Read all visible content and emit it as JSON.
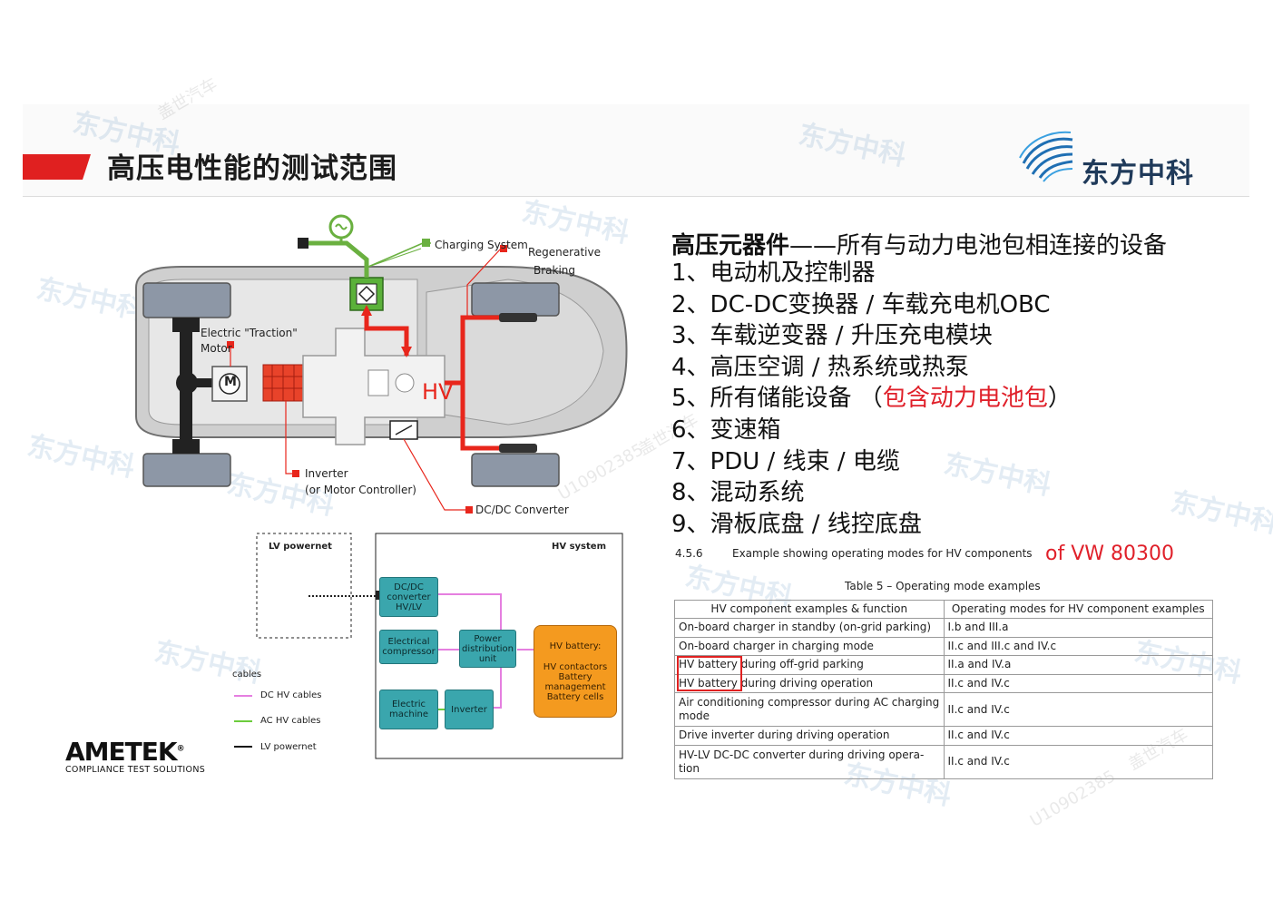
{
  "header": {
    "title": "高压电性能的测试范围",
    "logo_text": "东方中科",
    "accent_color": "#e02020",
    "logo_color": "#1f3a5a"
  },
  "watermark": {
    "brand": "东方中科",
    "user": "U10902385",
    "site": "盖世汽车"
  },
  "car_diagram": {
    "charging_system": "Charging System",
    "regenerative": "Regenerative",
    "braking": "Braking",
    "motor_line1": "Electric \"Traction\"",
    "motor_line2": "Motor",
    "motor_symbol": "M",
    "hv": "HV",
    "inverter_line1": "Inverter",
    "inverter_line2": "(or Motor Controller)",
    "dcdc": "DC/DC Converter",
    "hv_color": "#e8261c",
    "charge_color": "#6ab040"
  },
  "block_diagram": {
    "lv_title": "LV powernet",
    "hv_title": "HV system",
    "dcdc": [
      "DC/DC",
      "converter",
      "HV/LV"
    ],
    "compressor": [
      "Electrical",
      "compressor"
    ],
    "pdu": [
      "Power",
      "distribution",
      "unit"
    ],
    "battery": [
      "HV battery:",
      "HV contactors",
      "Battery",
      "management",
      "Battery cells"
    ],
    "machine": [
      "Electric",
      "machine"
    ],
    "inverter": "Inverter",
    "legend_title": "cables",
    "legend": [
      {
        "label": "DC HV cables",
        "color": "#e57fe0"
      },
      {
        "label": "AC HV cables",
        "color": "#6ccc3c"
      },
      {
        "label": "LV powernet",
        "color": "#111111"
      }
    ]
  },
  "ametek": {
    "name": "AMETEK",
    "reg": "®",
    "tagline": "COMPLIANCE TEST SOLUTIONS"
  },
  "hv_components": {
    "heading_bold": "高压元器件",
    "heading_rest": "——所有与动力电池包相连接的设备",
    "items": [
      {
        "num": "1、",
        "text": "电动机及控制器"
      },
      {
        "num": "2、",
        "text": "DC-DC变换器 / 车载充电机OBC"
      },
      {
        "num": "3、",
        "text": "车载逆变器 / 升压充电模块"
      },
      {
        "num": "4、",
        "text": "高压空调 / 热系统或热泵"
      },
      {
        "num": "5、",
        "text": "所有储能设备 （",
        "red": "包含动力电池包",
        "tail": "）"
      },
      {
        "num": "6、",
        "text": "变速箱"
      },
      {
        "num": "7、",
        "text": "PDU / 线束 / 电缆"
      },
      {
        "num": "8、",
        "text": "混动系统"
      },
      {
        "num": "9、",
        "text": "滑板底盘 / 线控底盘"
      }
    ]
  },
  "standard": {
    "section": "4.5.6",
    "caption": "Example showing operating modes for HV components",
    "source": "of VW 80300",
    "table_caption": "Table 5 – Operating mode examples",
    "headers": [
      "HV component examples & function",
      "Operating modes for HV component examples"
    ],
    "rows": [
      [
        "On-board charger in standby (on-grid parking)",
        "I.b and III.a"
      ],
      [
        "On-board charger in charging mode",
        "II.c and III.c and IV.c"
      ],
      [
        "HV battery during off-grid parking",
        "II.a and IV.a"
      ],
      [
        "HV battery during driving operation",
        "II.c and IV.c"
      ],
      [
        "Air conditioning compressor during AC charging mode",
        "II.c and IV.c"
      ],
      [
        "Drive inverter during driving operation",
        "II.c and IV.c"
      ],
      [
        "HV-LV DC-DC converter during driving opera-tion",
        "II.c and IV.c"
      ]
    ]
  }
}
